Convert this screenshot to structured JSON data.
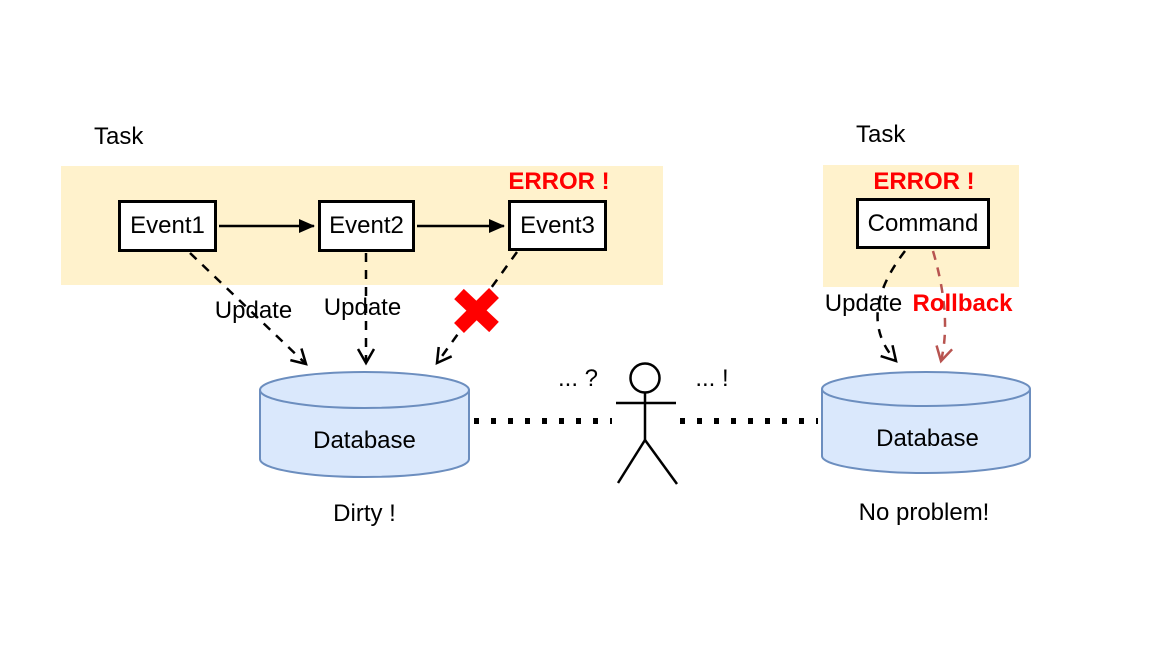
{
  "diagram": {
    "left": {
      "task_label": "Task",
      "error_label": "ERROR !",
      "events": [
        "Event1",
        "Event2",
        "Event3"
      ],
      "update_label_1": "Update",
      "update_label_2": "Update",
      "database_label": "Database",
      "caption": "Dirty !"
    },
    "middle": {
      "question_label": "... ?",
      "exclaim_label": "... !"
    },
    "right": {
      "task_label": "Task",
      "error_label": "ERROR !",
      "command_label": "Command",
      "update_label": "Update",
      "rollback_label": "Rollback",
      "database_label": "Database",
      "caption": "No problem!"
    },
    "colors": {
      "highlight_bg": "#FFF2CC",
      "database_fill": "#DAE8FC",
      "database_stroke": "#6C8EBF",
      "error_red": "#FF0000",
      "rollback_stroke": "#B85450",
      "line_black": "#000000"
    }
  }
}
